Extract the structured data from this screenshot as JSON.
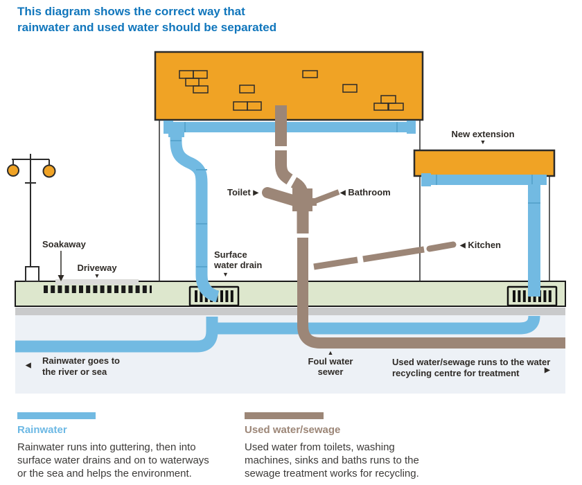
{
  "title": {
    "line1": "This diagram shows the correct way that",
    "line2": "rainwater and used water should be separated"
  },
  "icons": {
    "arrow_up": "▲",
    "arrow_down": "▼",
    "arrow_left": "◀",
    "arrow_right": "▶"
  },
  "labels": {
    "soakaway": "Soakaway",
    "driveway": "Driveway",
    "surface_water_drain": [
      "Surface",
      "water drain"
    ],
    "toilet": "Toilet",
    "bathroom": "Bathroom",
    "kitchen": "Kitchen",
    "new_extension": "New extension",
    "foul_water_sewer": [
      "Foul water",
      "sewer"
    ],
    "rainwater_destination": [
      "Rainwater goes to",
      "the river or sea"
    ],
    "used_water_destination": [
      "Used water/sewage runs to the water",
      "recycling centre for treatment"
    ]
  },
  "legend": {
    "rainwater": {
      "heading": "Rainwater",
      "color": "#72BAE2",
      "lines": [
        "Rainwater runs into guttering, then into",
        "surface water drains and on to waterways",
        "or the sea and helps the environment."
      ]
    },
    "used_water": {
      "heading": "Used water/sewage",
      "color": "#9C8677",
      "lines": [
        "Used water from toilets, washing",
        "machines, sinks and baths runs to the",
        "sewage treatment works for recycling."
      ]
    }
  },
  "colors": {
    "title_blue": "#1076BC",
    "rainwater_blue": "#72BAE2",
    "sewage_brown": "#9C8677",
    "roof_orange": "#F0A325",
    "ground_green": "#DDE7CD",
    "subsoil_gray": "#C9CACB",
    "underground_fill": "#EDF1F6",
    "label_text": "#2E2A26"
  }
}
